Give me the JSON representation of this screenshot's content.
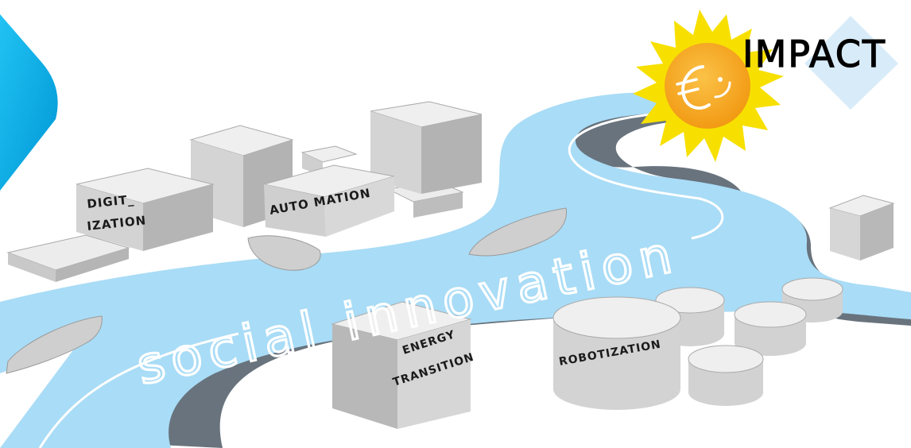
{
  "labels": {
    "impact": "IMPACT",
    "digitization_line1": "DIGIT_",
    "digitization_line2": "IZATION",
    "automation": "AUTO MATION",
    "energy_line1": "ENERGY",
    "energy_line2": "TRANSITION",
    "robotization": "ROBOTIZATION",
    "river": "social innovation"
  },
  "icons": {
    "sun": "sun-icon",
    "euro": "euro-icon"
  },
  "colors": {
    "river": "#a9dcf6",
    "river_edge": "#6e7a84",
    "building_top": "#eeeeee",
    "building_side": "#b5b5b5",
    "building_front": "#d3d3d3",
    "sun_rays": "#f7e000",
    "sun_core": "#f6a21a",
    "accent_blue": "#00b2ec",
    "diamond": "#d8ebf8"
  }
}
